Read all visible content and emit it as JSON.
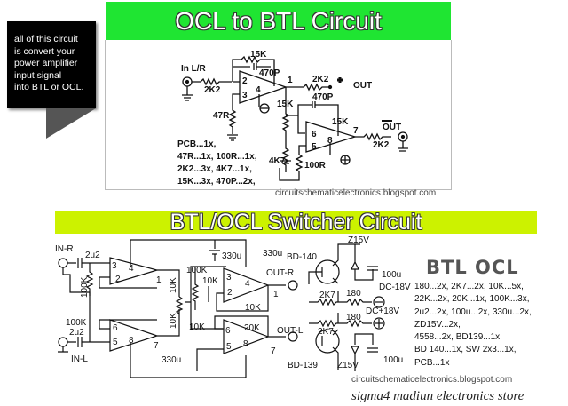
{
  "callout": {
    "lines": [
      "all of this circuit",
      "is convert your",
      "power amplifier",
      "input signal",
      "into BTL or OCL."
    ]
  },
  "top": {
    "title": "OCL to BTL Circuit",
    "labels": [
      "In L/R",
      "2K2",
      "15K",
      "470P",
      "2",
      "3",
      "4",
      "1",
      "47R",
      "15K",
      "2K2",
      "OUT",
      "470P",
      "15K",
      "6",
      "5",
      "8",
      "7",
      "4K7",
      "100R",
      "OUT",
      "2K2"
    ],
    "parts": [
      "PCB...1x,",
      "47R...1x, 100R...1x,",
      "2K2...3x, 4K7...1x,",
      "15K...3x, 470P...2x,"
    ],
    "watermark": "circuitschematicelectronics.blogspot.com"
  },
  "bottom": {
    "title": "BTL/OCL Switcher Circuit",
    "labels": [
      "IN-R",
      "2u2",
      "100K",
      "100K",
      "2u2",
      "IN-L",
      "3",
      "4",
      "2",
      "1",
      "6",
      "5",
      "8",
      "7",
      "10K",
      "10K",
      "330u",
      "100K",
      "10K",
      "10K",
      "3",
      "4",
      "2",
      "1",
      "10K",
      "20K",
      "6",
      "5",
      "8",
      "7",
      "330u",
      "330u",
      "BD-140",
      "OUT-R",
      "OUT-L",
      "BD-139",
      "Z15V",
      "100u",
      "DC-18V",
      "2K7",
      "180",
      "180",
      "DC+18V",
      "2K7",
      "Z15V",
      "100u"
    ],
    "parts_heading": "BTL OCL",
    "parts": [
      "180...2x, 2K7...2x, 10K...5x,",
      "22K...2x, 20K...1x, 100K...3x,",
      "2u2...2x, 100u...2x, 330u...2x,",
      "ZD15V...2x,",
      "4558...2x, BD139...1x,",
      "BD 140...1x, SW 2x3...1x,",
      "PCB...1x"
    ],
    "watermark": "circuitschematicelectronics.blogspot.com",
    "store": "sigma4 madiun electronics store"
  },
  "colors": {
    "banner_top": "#1fe532",
    "banner_bottom": "#ccf200",
    "callout": "#000000"
  }
}
